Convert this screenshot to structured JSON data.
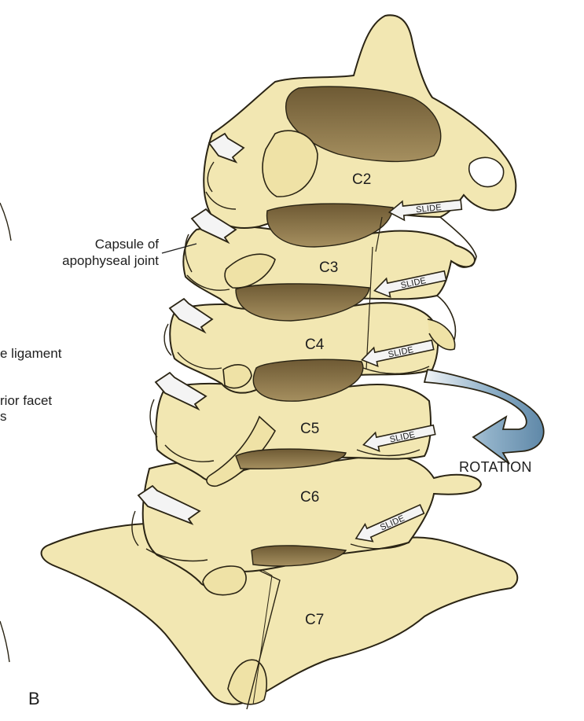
{
  "labels": {
    "capsule_line1": "Capsule of",
    "capsule_line2": "apophyseal joint",
    "ligament_partial": "e ligament",
    "facet_partial_line1": "rior facet",
    "facet_partial_line2": "s",
    "panel": "B",
    "rotation": "ROTATION",
    "slide": "SLIDE"
  },
  "vertebrae": [
    "C2",
    "C3",
    "C4",
    "C5",
    "C6",
    "C7"
  ],
  "colors": {
    "bone": "#f2e7b2",
    "bone_shadow": "#dccf8e",
    "bone_outline": "#2a2414",
    "cavity": "#8a7448",
    "rotation_arrow": "#6e95b3",
    "arrow_fill": "#f4f4f4"
  }
}
